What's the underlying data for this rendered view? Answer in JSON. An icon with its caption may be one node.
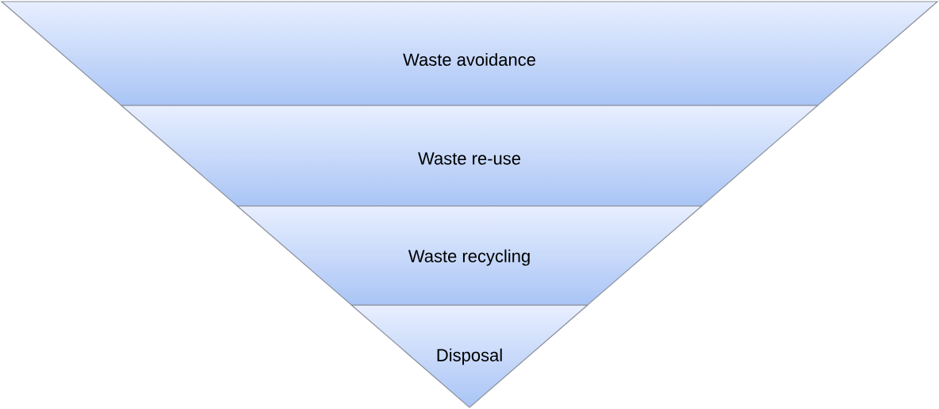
{
  "diagram": {
    "nodes": [
      {
        "text": [
          "Waste avoidance"
        ]
      },
      {
        "text": [
          "Waste re-use"
        ]
      },
      {
        "text": [
          "Waste recycling"
        ]
      },
      {
        "text": [
          "Disposal"
        ]
      }
    ]
  }
}
